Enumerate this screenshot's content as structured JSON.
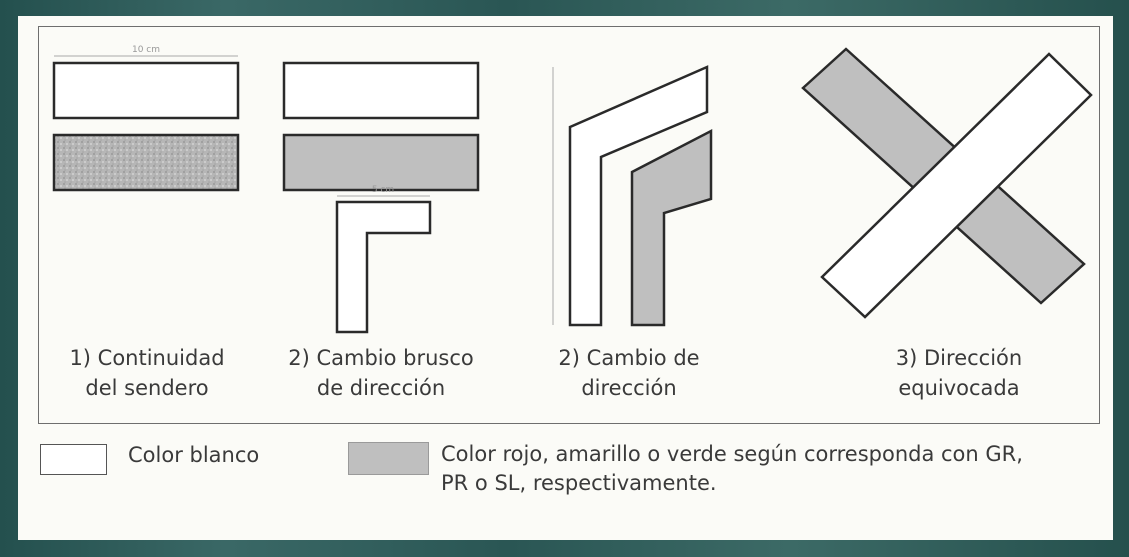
{
  "colors": {
    "white_fill": "#ffffff",
    "colored_fill": "#bfbfbf",
    "outline": "#2a2a2a",
    "frame": "#2c5a58"
  },
  "captions": {
    "continuity": "1) Continuidad\ndel sendero",
    "abrupt_change": "2) Cambio brusco\nde dirección",
    "change": "2) Cambio de\ndirección",
    "wrong": "3) Dirección\nequivocada"
  },
  "dimension_marks": {
    "width_a": "10 cm",
    "width_b": "5 cm"
  },
  "legend": {
    "white": "Color blanco",
    "colored": "Color rojo, amarillo o verde según corresponda con GR,\nPR o SL, respectivamente."
  }
}
